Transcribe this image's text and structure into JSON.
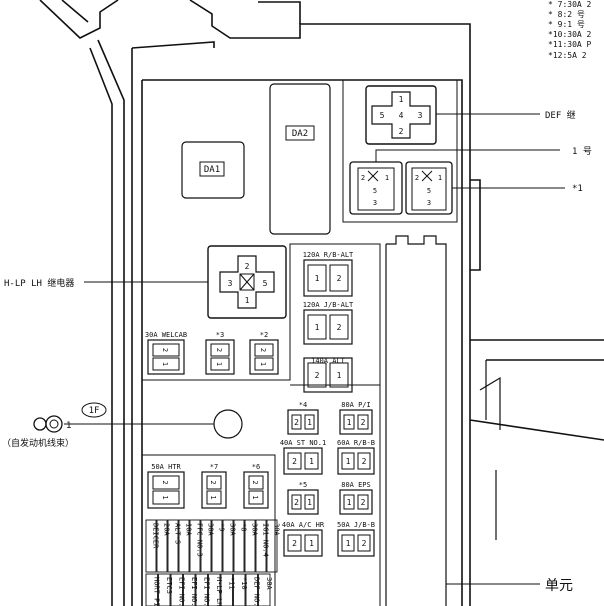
{
  "notes": [
    "* 7:30A 2",
    "* 8:2 号",
    "* 9:1 号",
    "*10:30A 2",
    "*11:30A P",
    "*12:5A 2"
  ],
  "relays": {
    "def_label": "DEF 继",
    "no1_label": "1 号 ",
    "star1_label": "*1",
    "hlp_label": "H-LP LH 继电器",
    "def_pins": [
      "1",
      "5",
      "4",
      "3",
      "2"
    ],
    "hlp_pins": [
      "2",
      "3",
      "5",
      "1"
    ],
    "small_pins": [
      "2",
      "1",
      "5",
      "3"
    ]
  },
  "blocks": {
    "da1": "DA1",
    "da2": "DA2"
  },
  "fuses": [
    {
      "id": "120a-rb-alt",
      "label": "120A R/B-ALT",
      "pins": [
        "1",
        "2"
      ]
    },
    {
      "id": "120a-jb-alt",
      "label": "120A J/B-ALT",
      "pins": [
        "1",
        "2"
      ]
    },
    {
      "id": "140a-alt",
      "label": "140A ALT",
      "pins": [
        "2",
        "1"
      ]
    },
    {
      "id": "30a-welcab",
      "label": "30A WELCAB",
      "pins": [
        "2",
        "1"
      ]
    },
    {
      "id": "star3",
      "label": "*3",
      "pins": [
        "2",
        "1"
      ]
    },
    {
      "id": "star2",
      "label": "*2",
      "pins": [
        "2",
        "1"
      ]
    },
    {
      "id": "star4",
      "label": "*4",
      "pins": [
        "2",
        "1"
      ]
    },
    {
      "id": "80a-pi",
      "label": "80A P/I",
      "pins": [
        "1",
        "2"
      ]
    },
    {
      "id": "40a-st-no1",
      "label": "40A ST NO.1",
      "pins": [
        "2",
        "1"
      ]
    },
    {
      "id": "60a-rbb",
      "label": "60A R/B-B",
      "pins": [
        "1",
        "2"
      ]
    },
    {
      "id": "50a-htr",
      "label": "50A HTR",
      "pins": [
        "2",
        "1"
      ]
    },
    {
      "id": "star7",
      "label": "*7",
      "pins": [
        "2",
        "1"
      ]
    },
    {
      "id": "star6",
      "label": "*6",
      "pins": [
        "2",
        "1"
      ]
    },
    {
      "id": "star5",
      "label": "*5",
      "pins": [
        "2",
        "1"
      ]
    },
    {
      "id": "80a-eps",
      "label": "80A EPS",
      "pins": [
        "1",
        "2"
      ]
    },
    {
      "id": "40a-ac-hr",
      "label": "40A A/C HR",
      "pins": [
        "2",
        "1"
      ]
    },
    {
      "id": "50a-jbb",
      "label": "50A J/B-B",
      "pins": [
        "1",
        "2"
      ]
    }
  ],
  "mini_row1": [
    "DEICER",
    "20A",
    "ALT-S",
    "10A",
    "FFC NO.3",
    "30A",
    "*9",
    "30A",
    "*8",
    "30A",
    "IG1 NO.4",
    "30A"
  ],
  "mini_row2": [
    "HORT PIN",
    "ETCS",
    "EFI NO.1",
    "EFI NO.2",
    "EFI NO.3",
    "H-LP LH",
    "*11",
    "*10",
    "DEF NO.2",
    "30A"
  ],
  "connector": {
    "id": "1F",
    "pin": "1",
    "caption": "（自发动机线束）"
  },
  "unit_label": "单元"
}
